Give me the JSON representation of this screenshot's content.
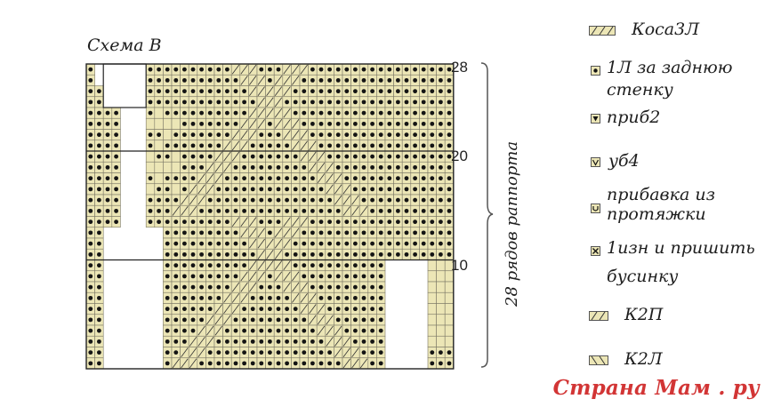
{
  "scheme": {
    "title": "Схема В",
    "row_numbers": [
      "28",
      "20",
      "10"
    ],
    "rapport_label": "28 рядов  раппорта"
  },
  "legend": [
    {
      "symbol": "cable-left-icon",
      "lines": [
        "Коса3Л"
      ]
    },
    {
      "symbol": "dot-icon",
      "lines": [
        "1Л за заднюю",
        "стенку"
      ]
    },
    {
      "symbol": "triangle-icon",
      "lines": [
        "приб2"
      ]
    },
    {
      "symbol": "v-icon",
      "lines": [
        "уб4"
      ]
    },
    {
      "symbol": "u-icon",
      "lines": [
        "прибавка из",
        "протяжки"
      ]
    },
    {
      "symbol": "x-icon",
      "lines": [
        "1изн и пришить",
        "бусинку"
      ]
    },
    {
      "symbol": "k2p-icon",
      "lines": [
        "К2П"
      ]
    },
    {
      "symbol": "k2l-icon",
      "lines": [
        "К2Л"
      ]
    }
  ],
  "watermark": "Страна Мам . ру",
  "colors": {
    "cell_fill": "#ece6b6",
    "grid_line": "#7c7866",
    "dot": "#141414",
    "watermark": "#d23535"
  }
}
